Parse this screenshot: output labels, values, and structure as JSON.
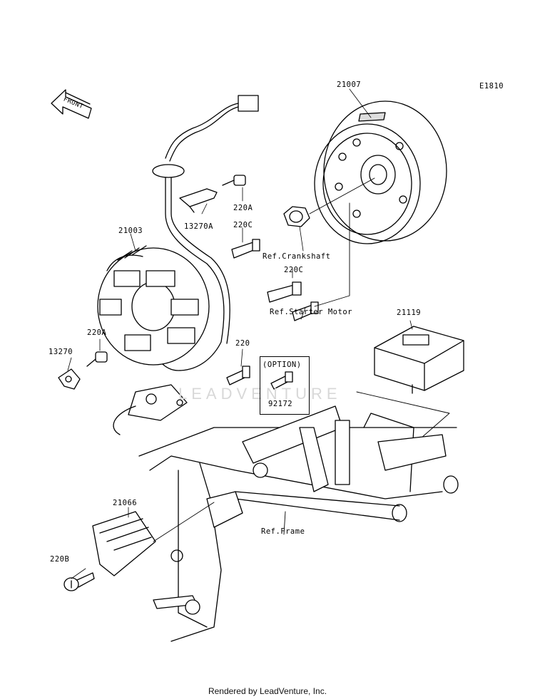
{
  "diagram_code": "E1810",
  "front_label": "FRONT",
  "watermark": "LEADVENTURE",
  "footer": "Rendered by LeadVenture, Inc.",
  "option_label": "(OPTION)",
  "labels": {
    "p21007": "21007",
    "p21003": "21003",
    "p13270A": "13270A",
    "p220A_top": "220A",
    "p220C_top": "220C",
    "ref_crankshaft": "Ref.Crankshaft",
    "p220C_mid": "220C",
    "ref_starter_motor": "Ref.Starter Motor",
    "p21119": "21119",
    "p220A_left": "220A",
    "p13270": "13270",
    "p220": "220",
    "p92172": "92172",
    "p21066": "21066",
    "ref_frame": "Ref.Frame",
    "p220B": "220B"
  }
}
